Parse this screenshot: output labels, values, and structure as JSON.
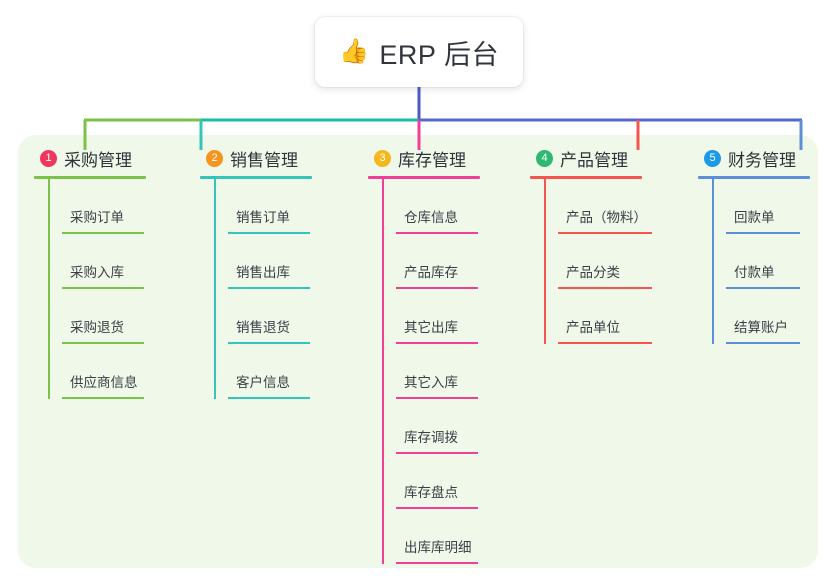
{
  "root": {
    "icon": "thumbs-up-emoji",
    "emoji": "👍",
    "label": "ERP 后台"
  },
  "colors": {
    "panel_bg": "#eff8e9",
    "page_bg": "#ffffff",
    "trunk": "#4a5bc4",
    "bus_left": "#7cc24a",
    "bus_mid": "#15bfa4",
    "bus_right": "#5566cc",
    "text": "#32363c"
  },
  "branches": [
    {
      "number": "1",
      "title": "采购管理",
      "badge_color": "#f0365d",
      "line_color": "#7cc24a",
      "children": [
        "采购订单",
        "采购入库",
        "采购退货",
        "供应商信息"
      ]
    },
    {
      "number": "2",
      "title": "销售管理",
      "badge_color": "#f7931e",
      "line_color": "#35c5b8",
      "children": [
        "销售订单",
        "销售出库",
        "销售退货",
        "客户信息"
      ]
    },
    {
      "number": "3",
      "title": "库存管理",
      "badge_color": "#f5b81c",
      "line_color": "#ef3f96",
      "children": [
        "仓库信息",
        "产品库存",
        "其它出库",
        "其它入库",
        "库存调拨",
        "库存盘点",
        "出库库明细"
      ]
    },
    {
      "number": "4",
      "title": "产品管理",
      "badge_color": "#2eb872",
      "line_color": "#f4564f",
      "children": [
        "产品（物料）",
        "产品分类",
        "产品单位"
      ]
    },
    {
      "number": "5",
      "title": "财务管理",
      "badge_color": "#1a9ae8",
      "line_color": "#5b8fd8",
      "children": [
        "回款单",
        "付款单",
        "结算账户"
      ]
    }
  ],
  "layout": {
    "column_x": [
      34,
      200,
      368,
      530,
      698
    ],
    "head_rule_width": [
      112,
      112,
      112,
      112,
      112
    ],
    "child_rule_width": [
      82,
      82,
      82,
      94,
      74
    ]
  }
}
